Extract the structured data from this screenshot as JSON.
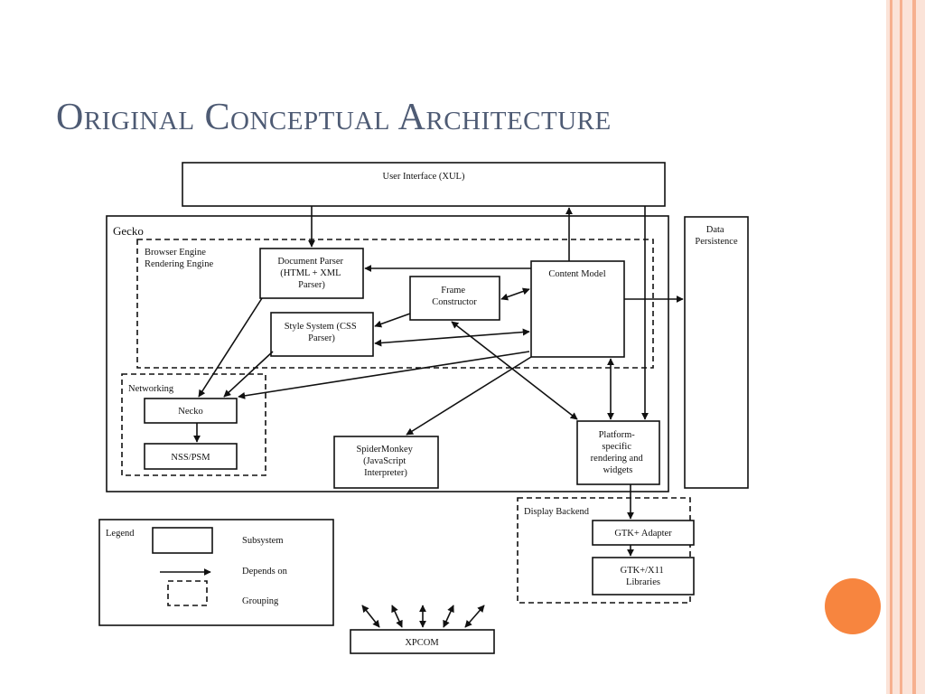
{
  "slide": {
    "title": "Original Conceptual Architecture",
    "colors": {
      "title": "#4e5b74",
      "stripe_light": "#fbe3d8",
      "stripe_accent": "#f6b08f",
      "dot": "#f7853f"
    }
  },
  "diagram": {
    "subsystems": {
      "user_interface": [
        "User Interface (XUL)"
      ],
      "data_persistence": [
        "Data",
        "Persistence"
      ],
      "document_parser": [
        "Document Parser",
        "(HTML + XML",
        "Parser)"
      ],
      "frame_constructor": [
        "Frame",
        "Constructor"
      ],
      "content_model": [
        "Content Model"
      ],
      "style_system": [
        "Style System (CSS",
        "Parser)"
      ],
      "necko": [
        "Necko"
      ],
      "nss_psm": [
        "NSS/PSM"
      ],
      "spidermonkey": [
        "SpiderMonkey",
        "(JavaScript",
        "Interpreter)"
      ],
      "platform_rendering": [
        "Platform-",
        "specific",
        "rendering and",
        "widgets"
      ],
      "gtk_adapter": [
        "GTK+ Adapter"
      ],
      "gtk_libraries": [
        "GTK+/X11",
        "Libraries"
      ],
      "xpcom": [
        "XPCOM"
      ]
    },
    "groups": {
      "gecko": "Gecko",
      "browser_engine": [
        "Browser Engine",
        "Rendering Engine"
      ],
      "networking": "Networking",
      "display_backend": "Display Backend"
    },
    "legend": {
      "title": "Legend",
      "subsystem": "Subsystem",
      "depends_on": "Depends on",
      "grouping": "Grouping"
    }
  }
}
